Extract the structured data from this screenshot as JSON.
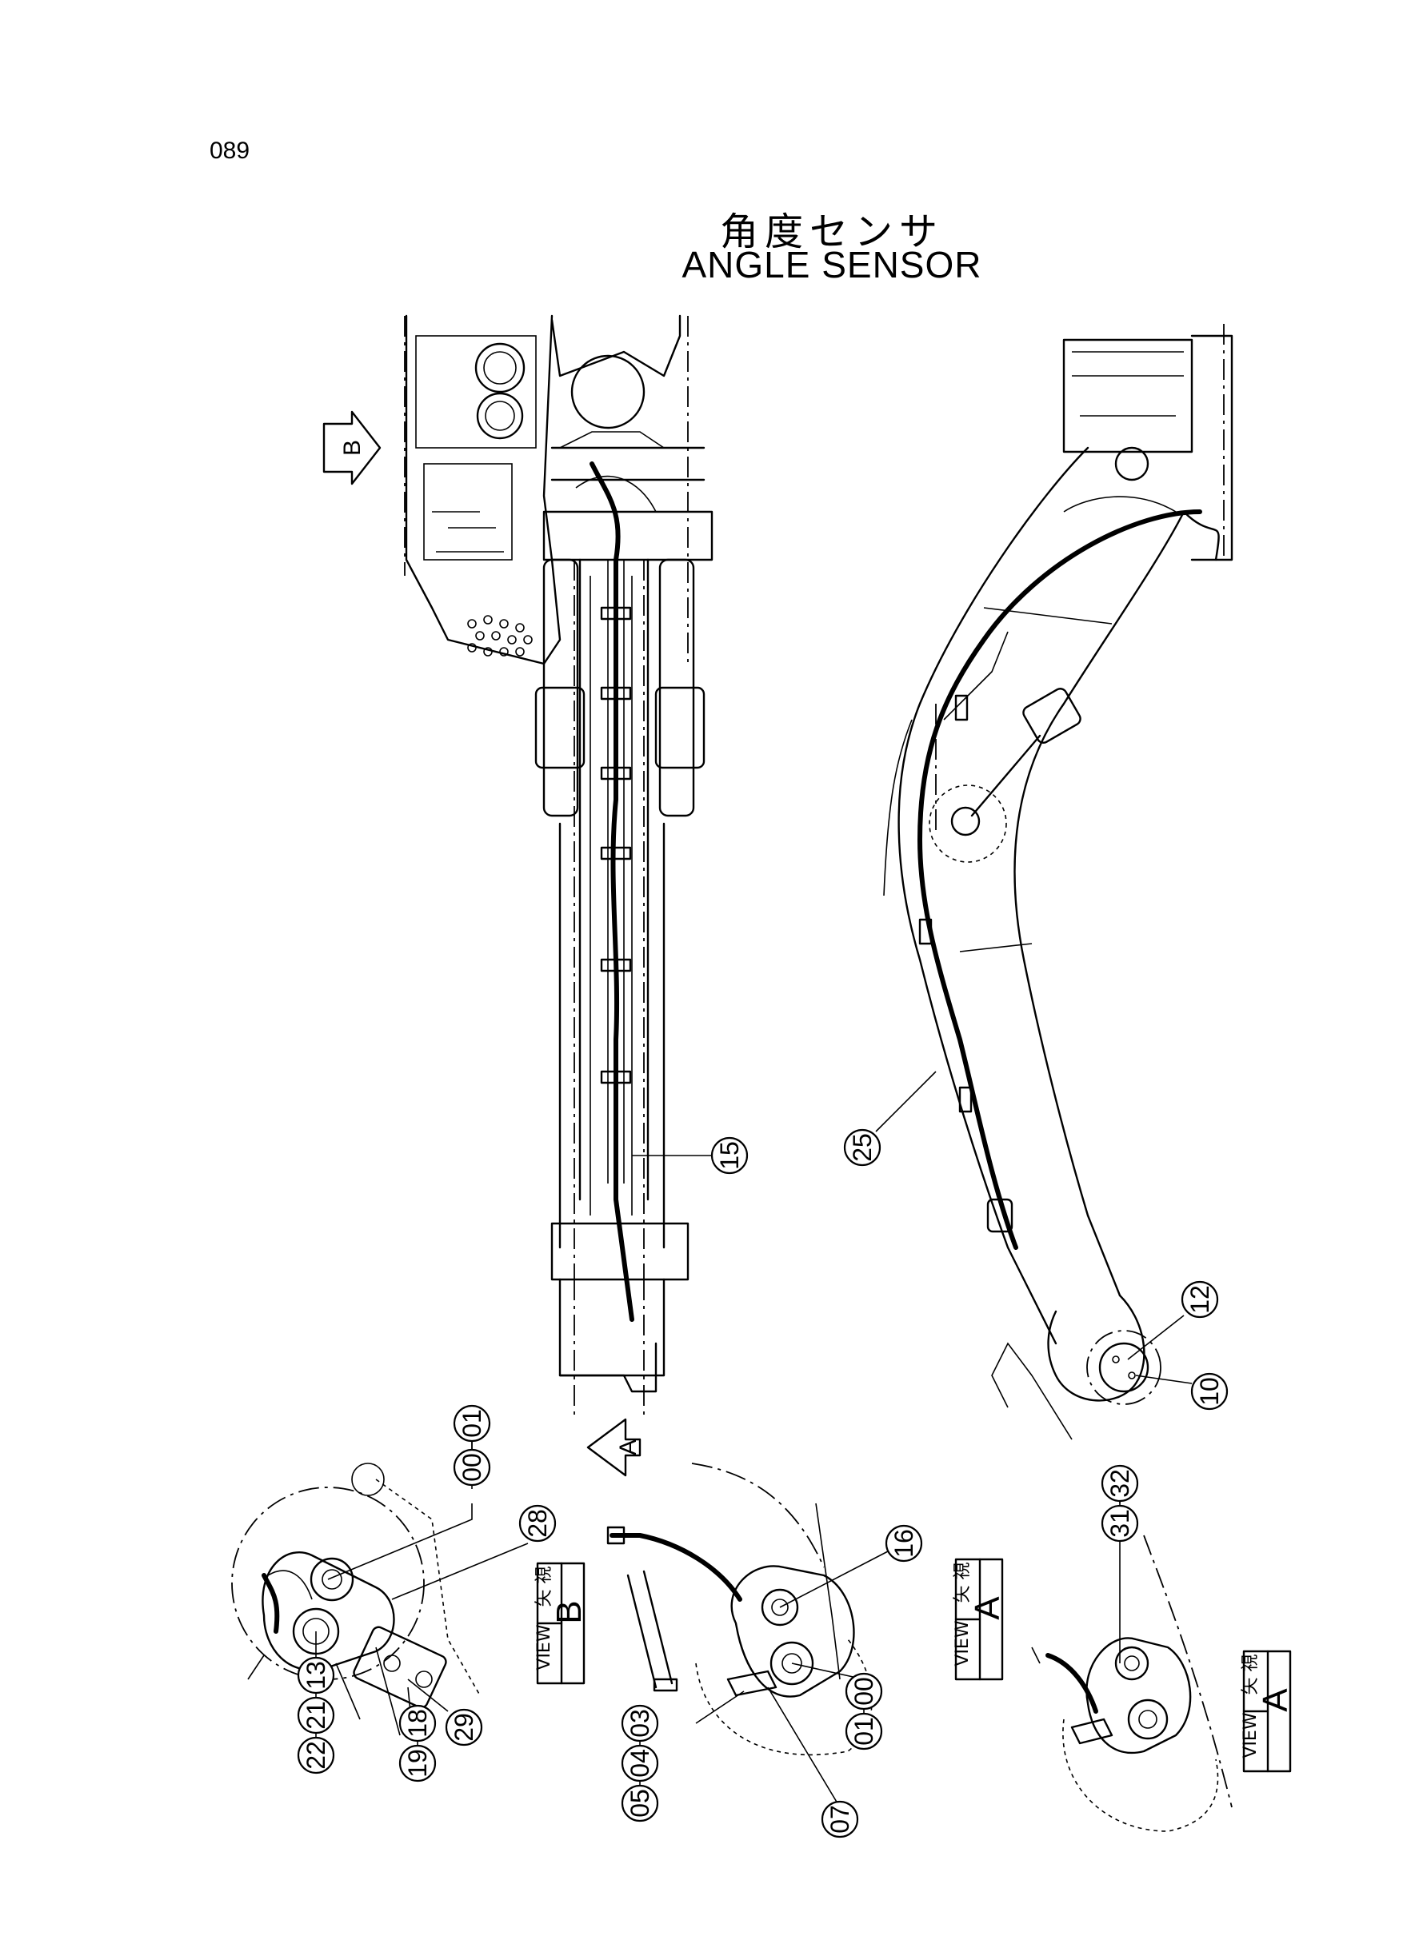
{
  "page_number": "089",
  "title_ja": "角度センサ",
  "title_en": "ANGLE SENSOR",
  "view_arrows": {
    "a": "A",
    "b": "B"
  },
  "view_label": {
    "ja": "矢 視",
    "en": "VIEW"
  },
  "view_letters": {
    "b": "B",
    "a1": "A",
    "a2": "A"
  },
  "callouts": {
    "c15": "15",
    "c25": "25",
    "c12": "12",
    "c10": "10",
    "c00a": "00",
    "c01a": "01",
    "c28": "28",
    "c13": "13",
    "c21": "21",
    "c22": "22",
    "c29": "29",
    "c18": "18",
    "c19": "19",
    "c16": "16",
    "c00b": "00",
    "c01b": "01",
    "c03": "03",
    "c04": "04",
    "c05": "05",
    "c07": "07",
    "c31": "31",
    "c32": "32"
  }
}
